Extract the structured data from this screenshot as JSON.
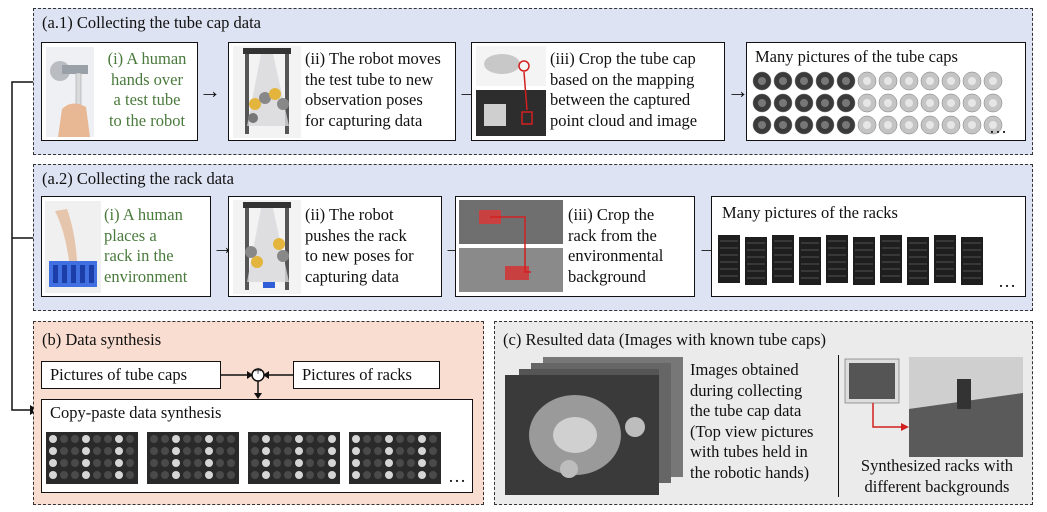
{
  "panel_a1": {
    "title": "(a.1) Collecting the tube cap data",
    "step1": "(i) A human hands over a test tube to the robot",
    "step1_lines": [
      "(i) A human",
      "hands over",
      "a test tube",
      "to the robot"
    ],
    "step2_lines": [
      "(ii) The robot moves",
      "the test tube to new",
      "observation poses",
      "for capturing data"
    ],
    "step3_lines": [
      "(iii) Crop the tube cap",
      "based on the mapping",
      "between the captured",
      "point cloud and image"
    ],
    "result_title": "Many pictures of the tube caps",
    "ellipsis": "…"
  },
  "panel_a2": {
    "title": "(a.2) Collecting the rack data",
    "step1_lines": [
      "(i) A human",
      "places a",
      "rack in the",
      "environment"
    ],
    "step2_lines": [
      "(ii) The robot",
      "pushes the rack",
      "to new poses for",
      "capturing data"
    ],
    "step3_lines": [
      "(iii) Crop the",
      "rack from the",
      "environmental",
      "background"
    ],
    "result_title": "Many pictures of the racks",
    "ellipsis": "…"
  },
  "panel_b": {
    "title": "(b) Data synthesis",
    "input1": "Pictures of tube caps",
    "input2": "Pictures of racks",
    "operator": "+",
    "output_title": "Copy-paste data synthesis",
    "ellipsis": "…"
  },
  "panel_c": {
    "title": "(c) Resulted data (Images with known tube caps)",
    "left_lines": [
      "Images obtained",
      "during collecting",
      "the tube cap data",
      "(Top view pictures",
      "with tubes held in",
      "the robotic hands)"
    ],
    "right_lines": [
      "Synthesized racks with",
      "different backgrounds"
    ]
  },
  "colors": {
    "panel_a_bg": "#dde3f2",
    "panel_b_bg": "#f9ddd0",
    "panel_c_bg": "#ebebeb",
    "green_text": "#4a7a3c",
    "red_arrow": "#d22020"
  }
}
